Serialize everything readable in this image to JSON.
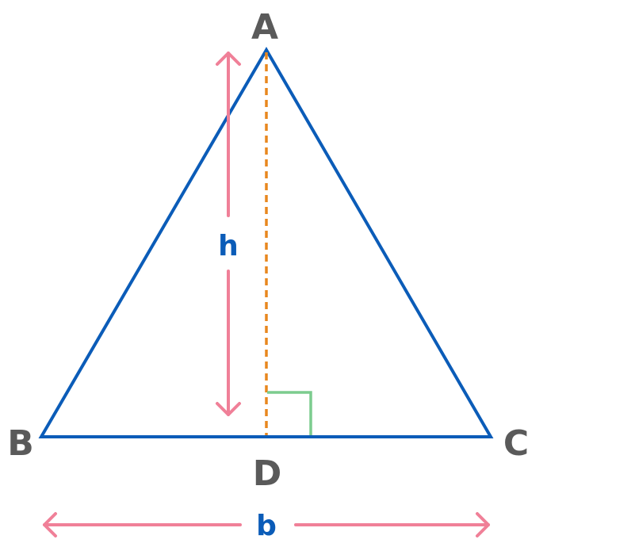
{
  "labels": {
    "vertex_a": "A",
    "vertex_b": "B",
    "vertex_c": "C",
    "vertex_d": "D",
    "height": "h",
    "base": "b"
  },
  "colors": {
    "triangle": "#0b5cb8",
    "altitude": "#e8871e",
    "right_angle": "#7ccc8e",
    "measure_arrow": "#f08098",
    "vertex_label": "#5a5a5a",
    "measure_label": "#0b5cb8"
  }
}
